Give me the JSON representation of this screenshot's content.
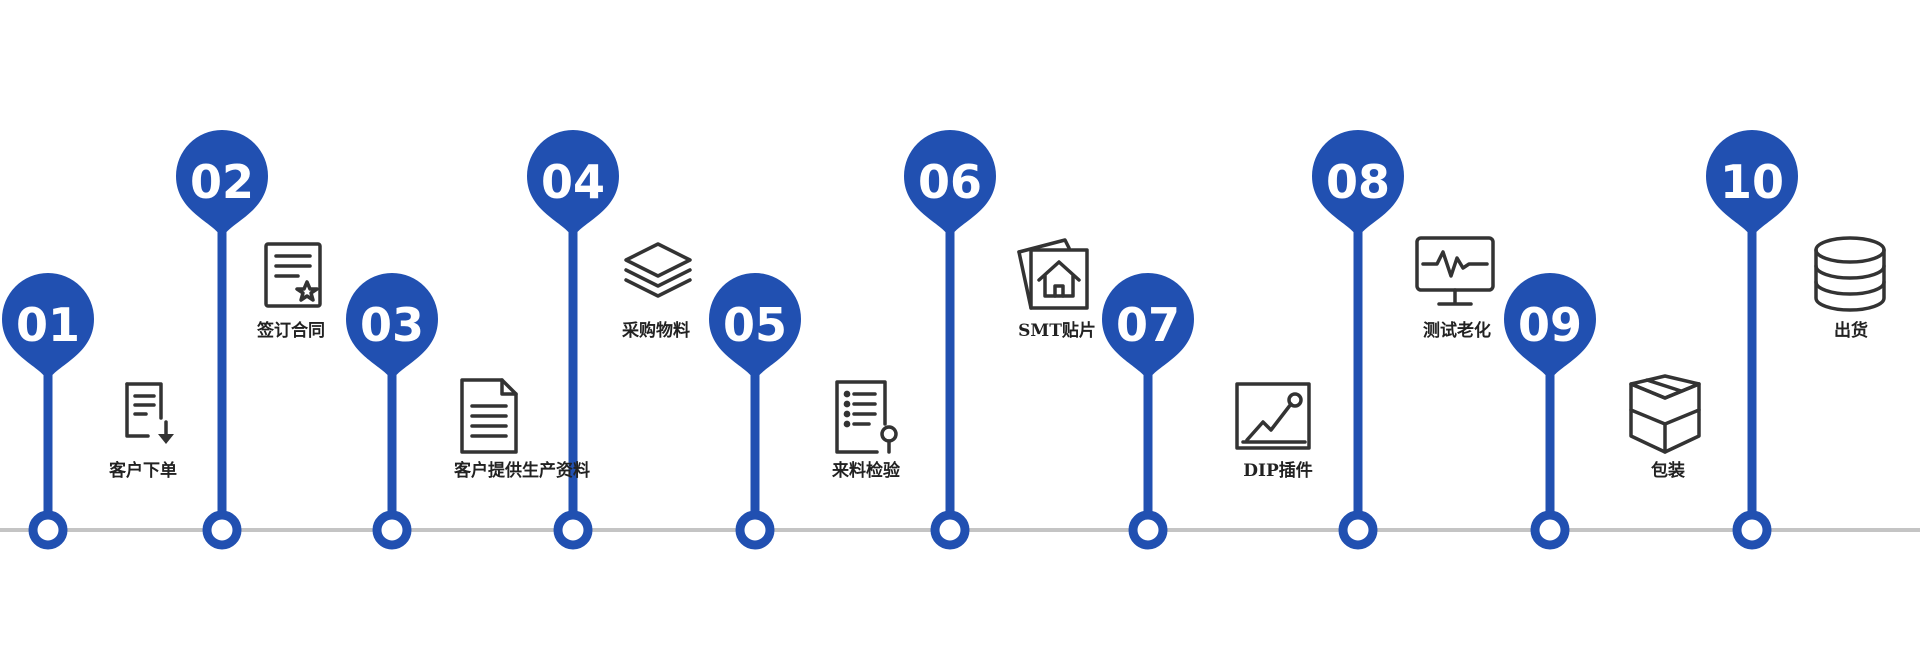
{
  "colors": {
    "accent": "#2150b1",
    "baseline": "#c4c4c4",
    "icon": "#333333",
    "pin_text": "#ffffff",
    "label_text": "#222222"
  },
  "steps": [
    {
      "number": "01",
      "label": "客户下单",
      "icon": "document-download-icon",
      "position": "low"
    },
    {
      "number": "02",
      "label": "签订合同",
      "icon": "contract-sign-icon",
      "position": "high"
    },
    {
      "number": "03",
      "label": "客户提供生产资料",
      "icon": "file-text-icon",
      "position": "low"
    },
    {
      "number": "04",
      "label": "采购物料",
      "icon": "layers-icon",
      "position": "high"
    },
    {
      "number": "05",
      "label": "来料检验",
      "icon": "checklist-inspect-icon",
      "position": "low"
    },
    {
      "number": "06",
      "label": "SMT贴片",
      "icon": "photos-home-icon",
      "position": "high"
    },
    {
      "number": "07",
      "label": "DIP插件",
      "icon": "line-chart-icon",
      "position": "low"
    },
    {
      "number": "08",
      "label": "测试老化",
      "icon": "monitor-pulse-icon",
      "position": "high"
    },
    {
      "number": "09",
      "label": "包装",
      "icon": "box-package-icon",
      "position": "low"
    },
    {
      "number": "10",
      "label": "出货",
      "icon": "database-stack-icon",
      "position": "high"
    }
  ]
}
